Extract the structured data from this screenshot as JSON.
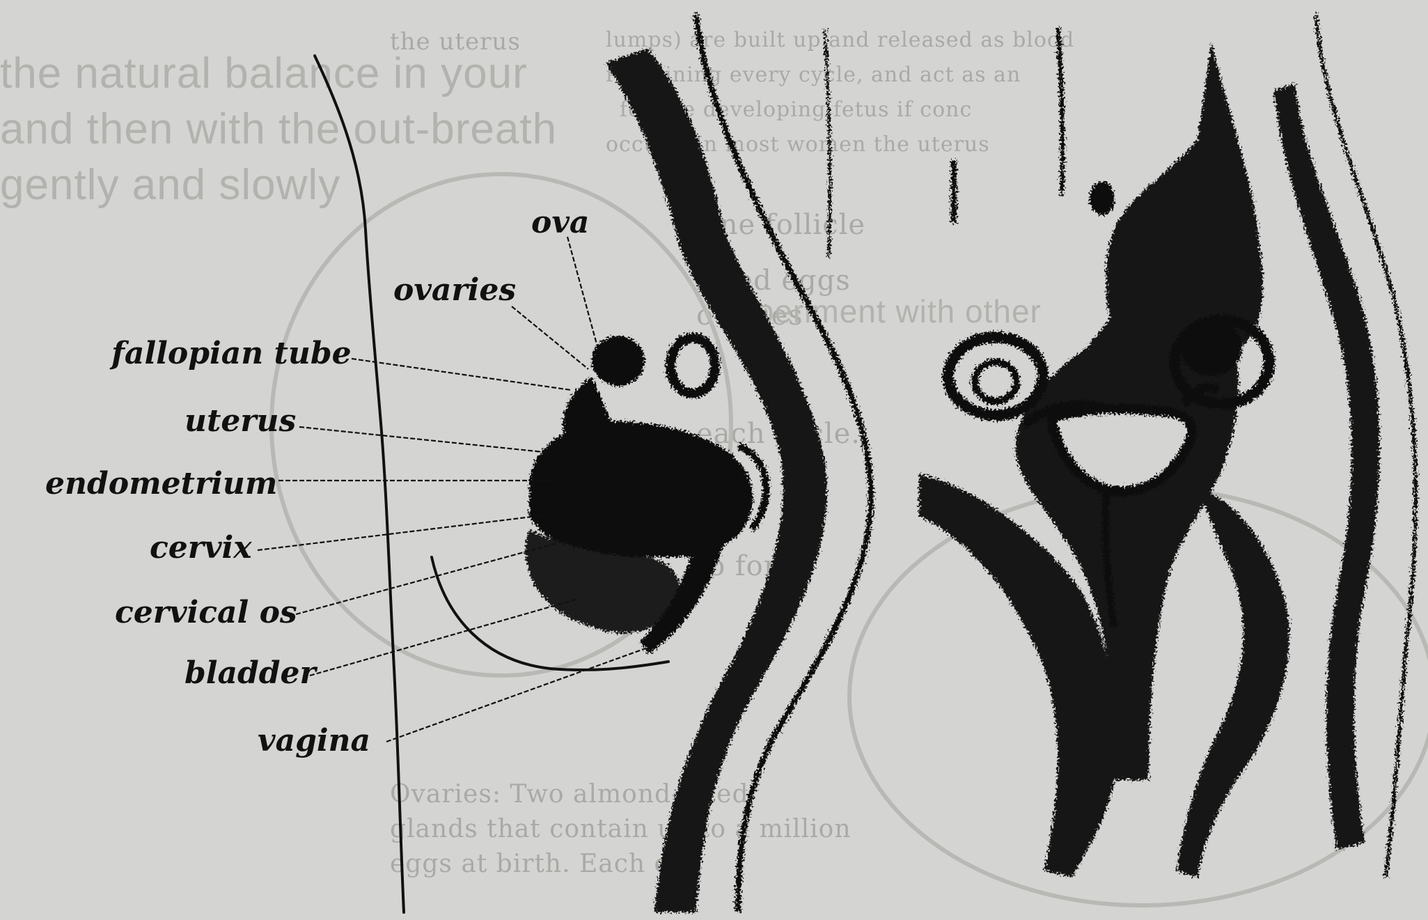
{
  "background_text": [
    "the uterus",
    "lumps) are built up and released as blood",
    "rich lining every cycle, and act as an",
    "for the developing fetus if conc",
    "occurs. In most women the uterus",
    "the natural balance in your",
    "and then with the out-breath",
    "gently and slowly",
    "One follicle",
    "sized eggs",
    "ovaries",
    "each cycle.",
    "to form",
    "Experiment with other",
    "Ovaries: Two almond-sized",
    "glands that contain up to a million",
    "eggs at birth. Each egg"
  ],
  "labels": {
    "ova": "ova",
    "ovaries": "ovaries",
    "fallopian_tube": "fallopian tube",
    "uterus": "uterus",
    "endometrium": "endometrium",
    "cervix": "cervix",
    "cervical_os": "cervical os",
    "bladder": "bladder",
    "vagina": "vagina"
  },
  "colors": {
    "paper": "#d4d4d2",
    "ink": "#111111",
    "faded_text": "#a9a9a6"
  }
}
